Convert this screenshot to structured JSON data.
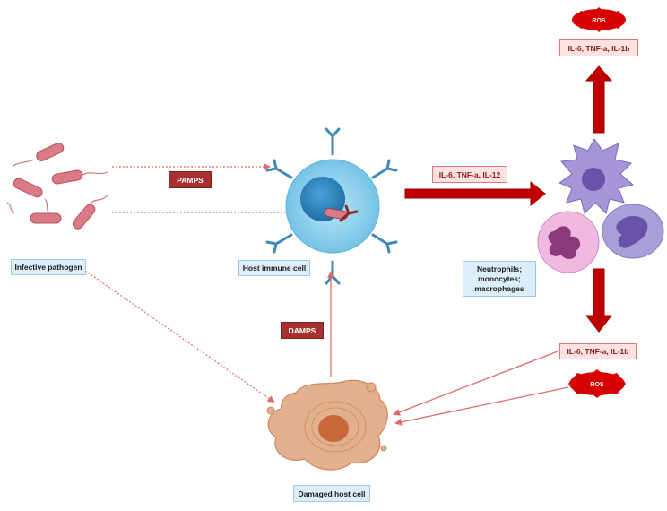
{
  "labels": {
    "infective_pathogen": "Infective pathogen",
    "host_immune_cell": "Host immune cell",
    "damaged_host_cell": "Damaged host cell",
    "neutrophils": [
      "Neutrophils;",
      "monocytes;",
      "macrophages"
    ],
    "pamps": "PAMPS",
    "damps": "DAMPS",
    "cytokines_il12": "IL-6, TNF-a, IL-12",
    "cytokines_top": "IL-6, TNF-a, IL-1b",
    "cytokines_bottom": "IL-6, TNF-a, IL-1b",
    "ros_top": "ROS",
    "ros_bottom": "ROS"
  },
  "colors": {
    "pathogen": "#d97a86",
    "immune_cell_outer": "#8fd0ec",
    "immune_cell_nucleus": "#2d86c0",
    "receptor": "#3f8ab8",
    "arrow_dark_red": "#c00000",
    "dotted_arrow": "#e06a6a",
    "damaged_cell": "#dca07a",
    "macrophage": "#9b8bd0",
    "neutrophil": "#e8a9d8"
  }
}
